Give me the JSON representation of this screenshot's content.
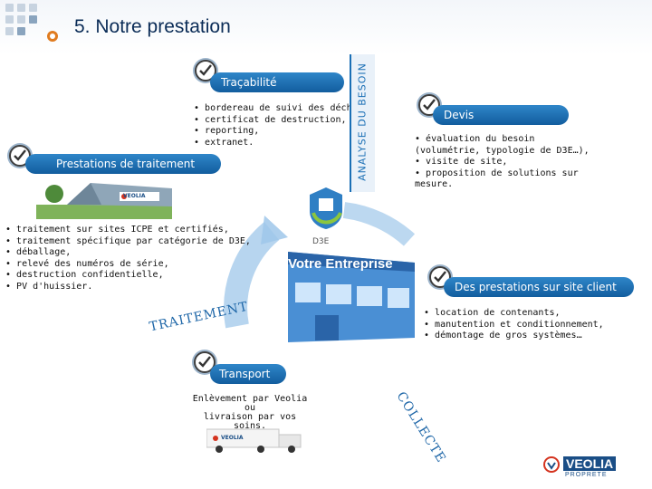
{
  "title": "5. Notre prestation",
  "center_badge": "D3E",
  "building_sign": "Votre Entreprise",
  "tracabilite": {
    "title": "Traçabilité",
    "items": [
      "bordereau de suivi des déchets,",
      "certificat de destruction,",
      "reporting,",
      "extranet."
    ]
  },
  "analyse": {
    "label": "ANALYSE DU BESOIN"
  },
  "devis": {
    "title": "Devis",
    "items": [
      "évaluation du besoin",
      "(volumétrie, typologie de D3E…),",
      "visite de site,",
      "proposition de solutions sur",
      "mesure."
    ]
  },
  "traitement": {
    "title": "Prestations de traitement",
    "building_label": "VEOLIA",
    "items": [
      "traitement sur sites ICPE et certifiés,",
      "traitement spécifique par catégorie de D3E,",
      "déballage,",
      "relevé des numéros de série,",
      "destruction confidentielle,",
      "PV d'huissier."
    ]
  },
  "site_client": {
    "title": "Des prestations sur site client",
    "items": [
      "location de contenants,",
      "manutention et conditionnement,",
      "démontage de gros systèmes…"
    ]
  },
  "traitement_arc": {
    "label": "TRAITEMENT"
  },
  "collecte_arc": {
    "label": "COLLECTE"
  },
  "transport": {
    "title": "Transport",
    "lines": [
      "Enlèvement par Veolia",
      "ou",
      "livraison par vos soins."
    ],
    "truck_label": "VEOLIA"
  },
  "footer_logo": {
    "brand": "VEOLIA",
    "sub": "PROPRETE"
  },
  "colors": {
    "accent": "#1a6fb5",
    "dark_blue": "#0b2c57",
    "arc": "#9fc7ea"
  }
}
